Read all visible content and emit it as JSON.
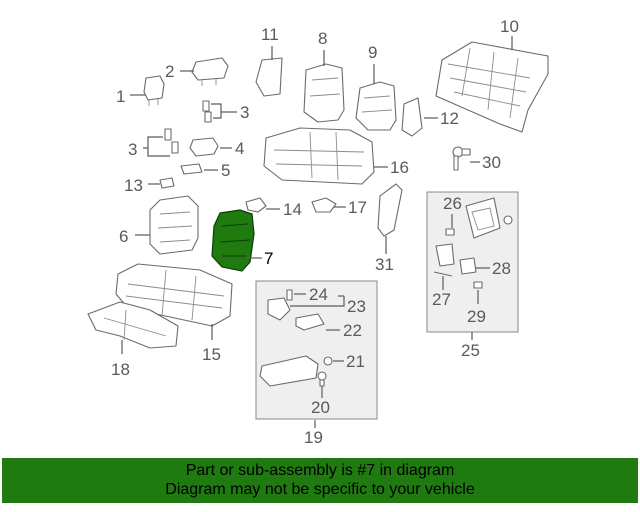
{
  "highlight_color": "#1f7a10",
  "highlighted_part": "7",
  "callouts": [
    "1",
    "2",
    "3",
    "3",
    "4",
    "5",
    "6",
    "7",
    "8",
    "9",
    "10",
    "11",
    "12",
    "13",
    "14",
    "15",
    "16",
    "17",
    "18",
    "19",
    "20",
    "21",
    "22",
    "23",
    "24",
    "25",
    "26",
    "27",
    "28",
    "29",
    "30",
    "31"
  ],
  "banner": {
    "line1": "Part or sub-assembly is #7 in diagram",
    "line2": "Diagram may not be specific to your vehicle"
  }
}
